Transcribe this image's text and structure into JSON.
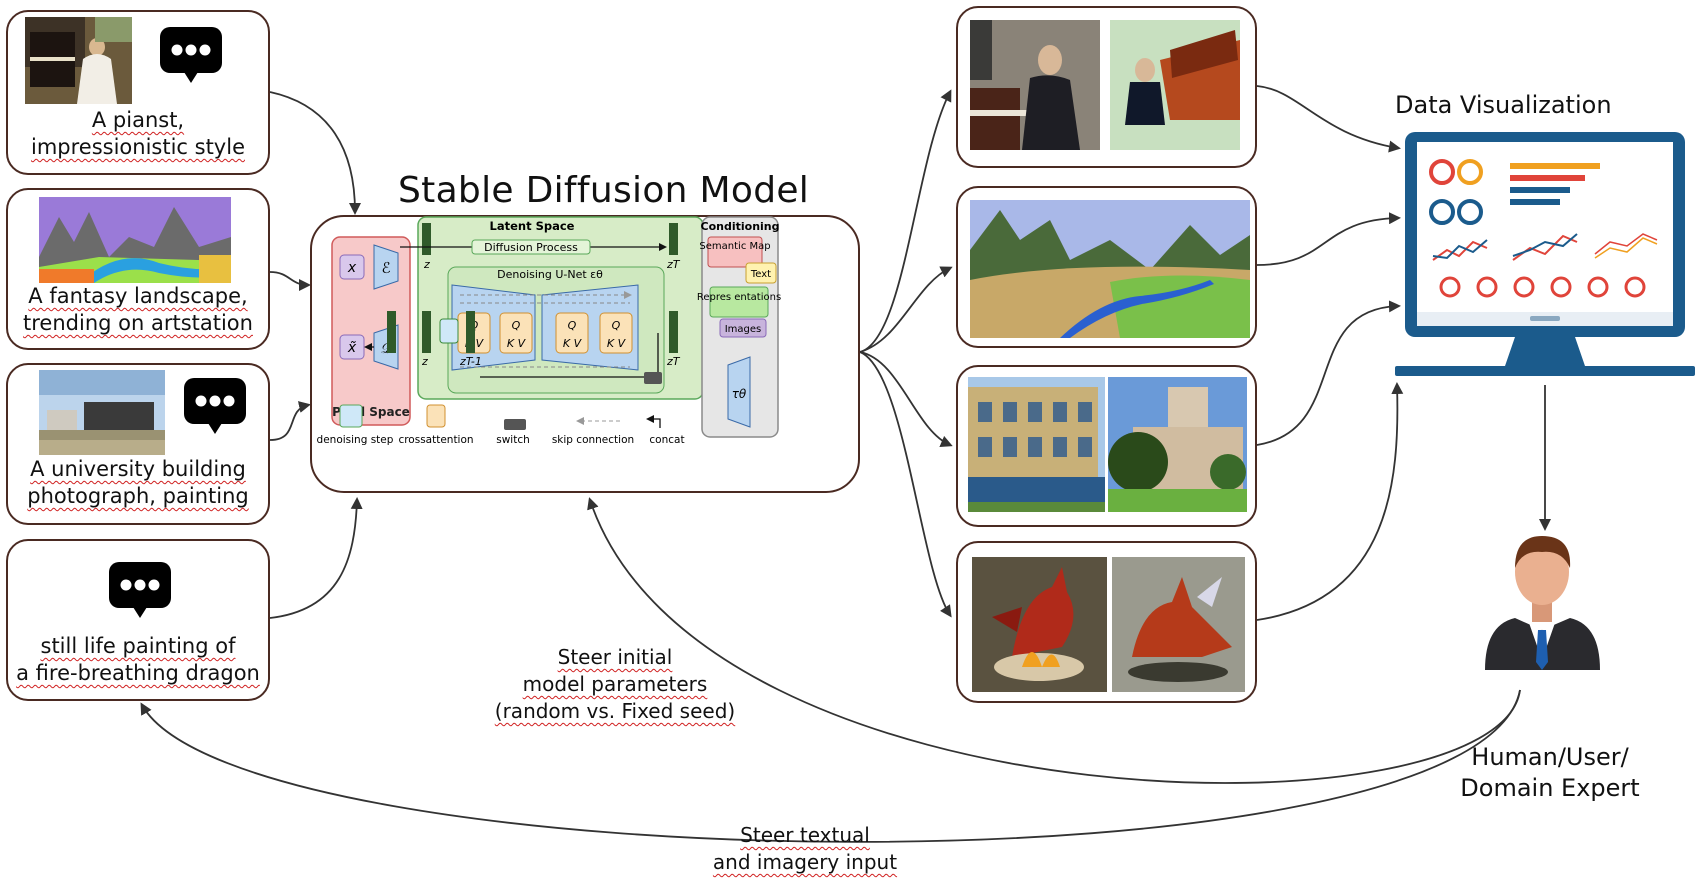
{
  "prompts": [
    {
      "lines": [
        "A pianst,",
        "impressionistic style"
      ]
    },
    {
      "lines": [
        "A fantasy landscape,",
        "trending on artstation"
      ]
    },
    {
      "lines": [
        "A university building",
        "photograph, painting"
      ]
    },
    {
      "lines": [
        "still life painting of",
        "a fire-breathing dragon"
      ]
    }
  ],
  "model": {
    "title": "Stable Diffusion Model",
    "pixel_space": "Pixel Space",
    "latent_space": "Latent Space",
    "diffusion_process": "Diffusion Process",
    "denoising_unet": "Denoising U-Net εθ",
    "conditioning": "Conditioning",
    "semantic_map": "Semantic Map",
    "text": "Text",
    "representations": "Repres entations",
    "images": "Images",
    "legend": {
      "denoising_step": "denoising step",
      "crossattention": "crossattention",
      "switch": "switch",
      "skip_connection": "skip connection",
      "concat": "concat"
    }
  },
  "outputs": {
    "data_visualization": "Data Visualization",
    "human": [
      "Human/User/",
      "Domain Expert"
    ]
  },
  "steer": {
    "params": [
      "Steer initial",
      "model parameters",
      "(random vs. Fixed seed)"
    ],
    "textual": [
      "Steer textual",
      "and imagery input"
    ]
  },
  "colors": {
    "card_border": "#4a2a22",
    "pixel_space_bg": "#f7c9c9",
    "latent_space_bg": "#d7ecc7",
    "conditioning_bg": "#e6e6e6",
    "monitor": "#1b5b8c",
    "screen": "#ffffff"
  },
  "icons": [
    "speech-bubble-icon",
    "monitor-icon",
    "person-icon"
  ]
}
